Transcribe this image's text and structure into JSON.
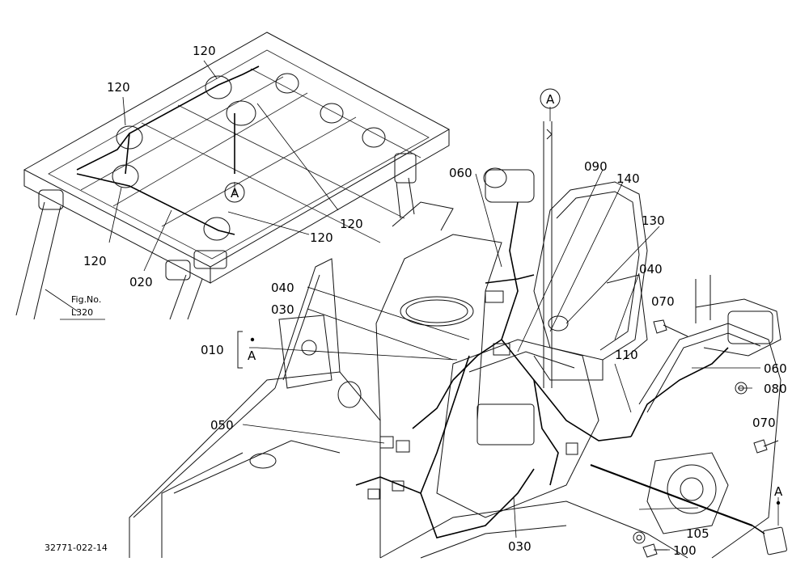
{
  "diagram": {
    "callouts": {
      "c010": "010",
      "c020": "020",
      "c030a": "030",
      "c030b": "030",
      "c040a": "040",
      "c040b": "040",
      "c050": "050",
      "c060a": "060",
      "c060b": "060",
      "c070a": "070",
      "c070b": "070",
      "c080": "080",
      "c090": "090",
      "c100": "100",
      "c105": "105",
      "c110": "110",
      "c120a": "120",
      "c120b": "120",
      "c120c": "120",
      "c120d": "120",
      "c120e": "120",
      "c130": "130",
      "c140": "140"
    },
    "refs": {
      "a_top": "A",
      "a_circle_left": "A",
      "a_bracket": "A",
      "a_right": "A"
    },
    "figref": {
      "line1": "Fig.No.",
      "line2": "L320"
    },
    "part_code": "32771-022-14"
  }
}
